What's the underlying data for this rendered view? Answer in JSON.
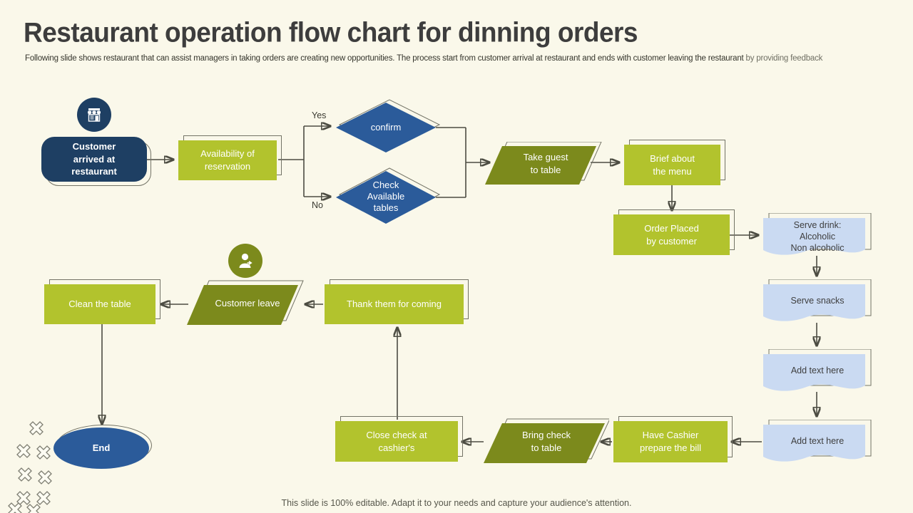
{
  "page": {
    "title": "Restaurant operation flow chart for dinning orders",
    "subtitle_main": "Following slide shows restaurant that can assist managers in taking orders are creating new opportunities. The process start from customer arrival at restaurant and ends with customer leaving  the restaurant ",
    "subtitle_tail": "by  providing feedback",
    "footer": "This slide is 100% editable. Adapt it to your needs and capture your audience's attention."
  },
  "colors": {
    "background": "#faf8ea",
    "navy": "#2b5b9a",
    "navy_dark": "#1e3f63",
    "green": "#b2c32d",
    "olive": "#7c8a1c",
    "doc_blue": "#cadaf2",
    "line": "#4c4c42"
  },
  "labels": {
    "yes": "Yes",
    "no": "No"
  },
  "icons": {
    "start": "storefront-icon",
    "leave": "person-walking-icon",
    "decoration": "cross-pattern"
  },
  "nodes": {
    "start": "Customer\narrived at\nrestaurant",
    "availability": "Availability  of\nreservation",
    "confirm": "confirm",
    "check_tables": "Check\nAvailable\ntables",
    "take_guest": "Take guest\nto table",
    "brief_menu": "Brief about\nthe menu",
    "order_placed": "Order Placed\nby customer",
    "serve_drink": "Serve drink:\nAlcoholic\nNon alcoholic",
    "serve_snacks": "Serve snacks",
    "add_text_1": "Add text here",
    "add_text_2": "Add text here",
    "have_cashier": "Have Cashier\nprepare the bill",
    "bring_check": "Bring check\nto table",
    "close_check": "Close check at\ncashier's",
    "thank_coming": "Thank them for coming",
    "customer_leave": "Customer leave",
    "clean_table": "Clean the table",
    "end": "End"
  }
}
